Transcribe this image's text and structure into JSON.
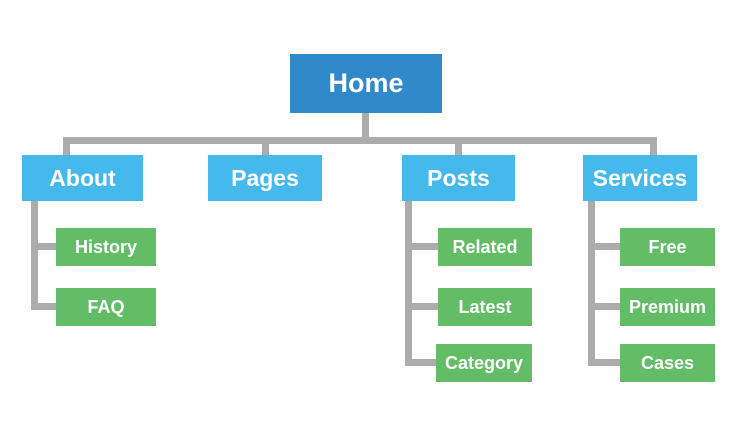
{
  "colors": {
    "root-fill": "#3089C8",
    "branch-fill": "#45B8EC",
    "leaf-fill": "#63BD66",
    "line-color": "#ACACAC",
    "text-color": "#FFFFFF",
    "background": "#FFFFFF"
  },
  "tree": {
    "root": {
      "label": "Home"
    },
    "branches": [
      {
        "label": "About",
        "children": [
          {
            "label": "History"
          },
          {
            "label": "FAQ"
          }
        ]
      },
      {
        "label": "Pages",
        "children": []
      },
      {
        "label": "Posts",
        "children": [
          {
            "label": "Related"
          },
          {
            "label": "Latest"
          },
          {
            "label": "Category"
          }
        ]
      },
      {
        "label": "Services",
        "children": [
          {
            "label": "Free"
          },
          {
            "label": "Premium"
          },
          {
            "label": "Cases"
          }
        ]
      }
    ]
  }
}
